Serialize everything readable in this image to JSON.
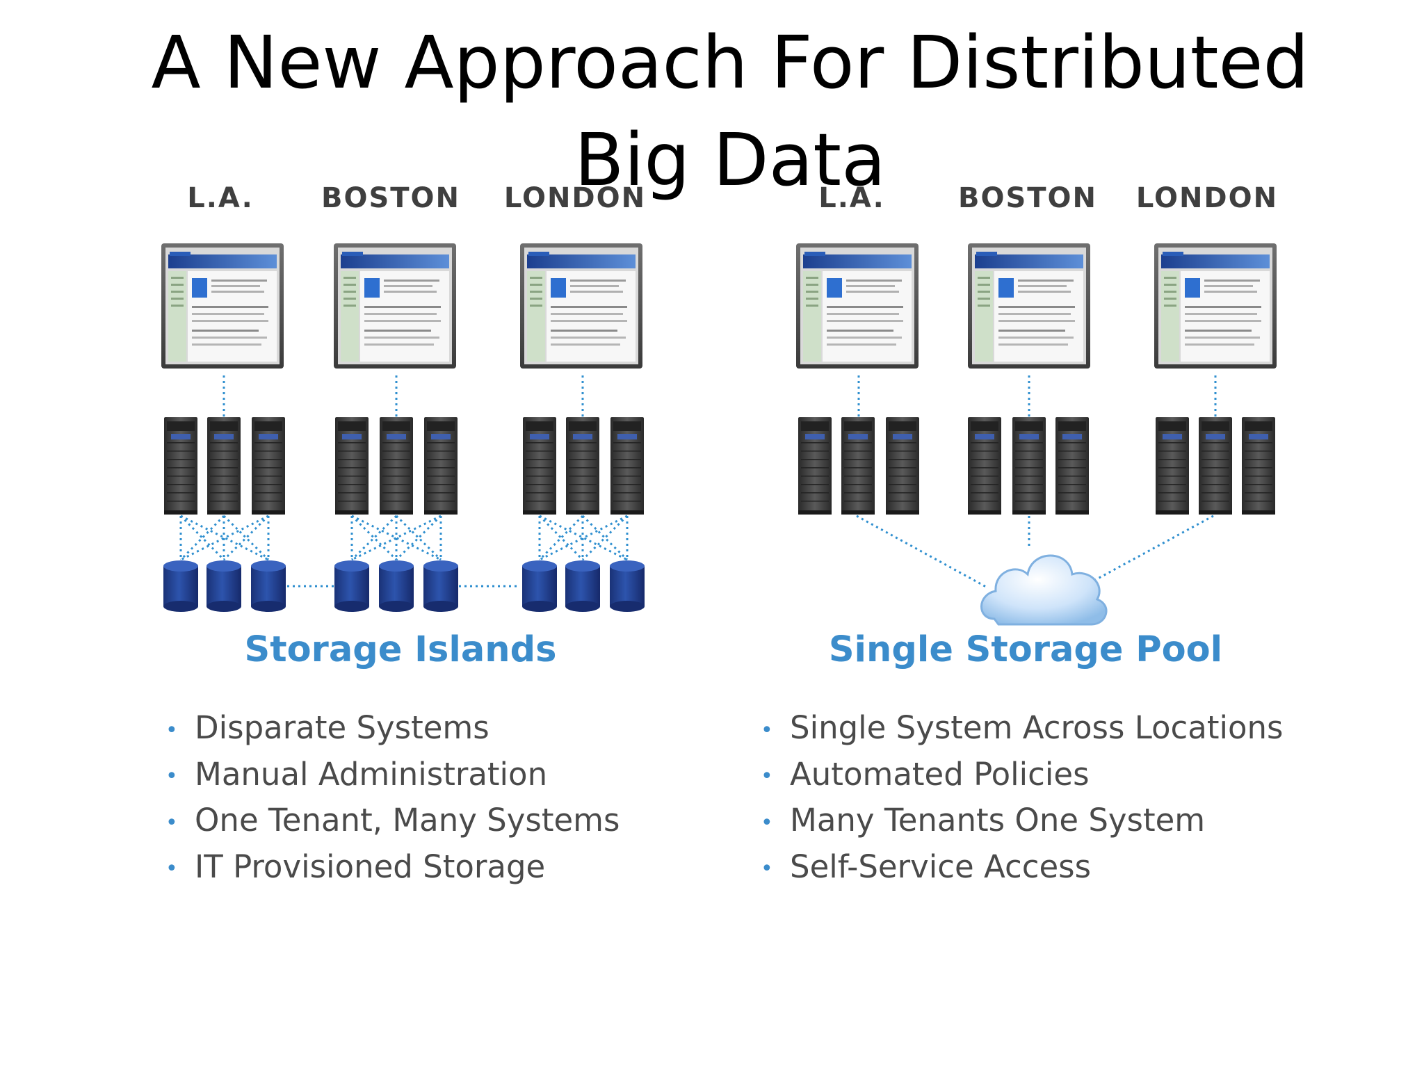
{
  "title": "A New Approach For Distributed Big Data",
  "left": {
    "cities": [
      "L.A.",
      "BOSTON",
      "LONDON"
    ],
    "heading": "Storage Islands",
    "bullets": [
      "Disparate Systems",
      "Manual Administration",
      "One Tenant, Many Systems",
      "IT Provisioned Storage"
    ]
  },
  "right": {
    "cities": [
      "L.A.",
      "BOSTON",
      "LONDON"
    ],
    "heading": "Single Storage Pool",
    "bullets": [
      "Single System Across Locations",
      "Automated Policies",
      "Many Tenants One System",
      "Self-Service Access"
    ]
  },
  "colors": {
    "accent": "#3b8ccb",
    "link": "#2f8fcf",
    "disk": "#1f3f8f"
  },
  "icons": [
    "browser-window-icon",
    "server-rack-icon",
    "storage-disk-icon",
    "cloud-icon"
  ]
}
